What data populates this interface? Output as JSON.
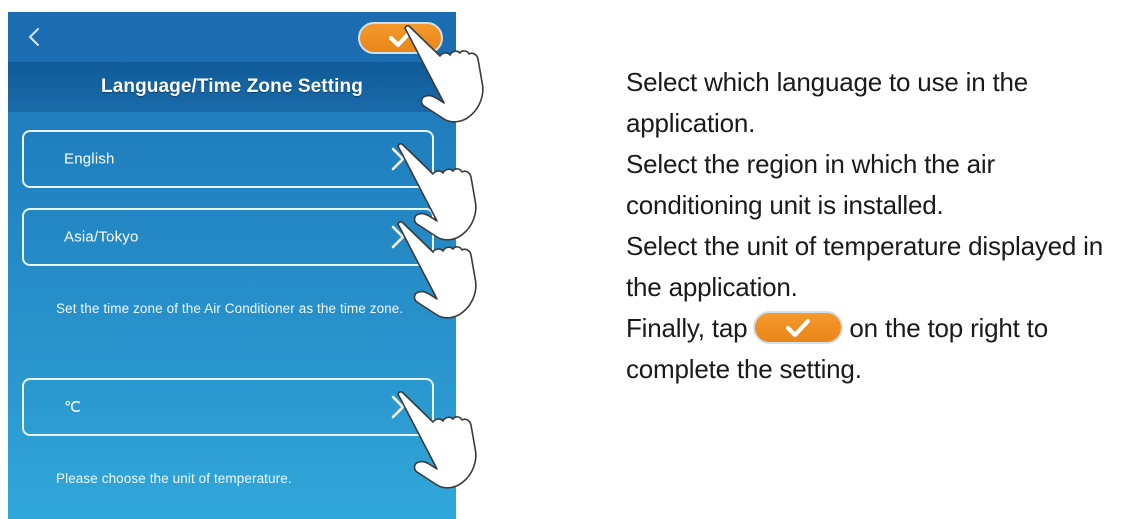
{
  "app": {
    "screen_title": "Language/Time Zone Setting",
    "back_icon": "chevron-left-icon",
    "confirm_icon": "check-icon",
    "accent_color": "#ef8f21",
    "panel_color": "#2489c5",
    "title_band_color": "#14619f"
  },
  "rows": [
    {
      "name": "language",
      "label": "English",
      "chevron_icon": "chevron-right-icon",
      "hint": ""
    },
    {
      "name": "timezone",
      "label": "Asia/Tokyo",
      "chevron_icon": "chevron-right-icon",
      "hint": "Set the time zone of the Air Conditioner as the time zone."
    },
    {
      "name": "temperature-unit",
      "label": "℃",
      "chevron_icon": "chevron-right-icon",
      "hint": "Please choose the unit of temperature."
    }
  ],
  "hints": {
    "timezone": "Set the time zone of the Air Conditioner as the time zone.",
    "temperature": "Please choose the unit of temperature."
  },
  "cursors": [
    {
      "name": "hand-pointer-confirm",
      "target": "confirm-button"
    },
    {
      "name": "hand-pointer-language",
      "target": "language-row"
    },
    {
      "name": "hand-pointer-timezone",
      "target": "timezone-row"
    },
    {
      "name": "hand-pointer-temp",
      "target": "temperature-unit-row"
    }
  ],
  "instructions": {
    "paragraph_1": "Select which language to use in the application.",
    "paragraph_2": "Select the region in which the air conditioning unit is installed.",
    "paragraph_3": "Select the unit of temperature displayed in the application.",
    "final_prefix": "Finally, tap",
    "final_suffix": "on the top right to complete the setting.",
    "final_button_icon": "check-icon"
  }
}
